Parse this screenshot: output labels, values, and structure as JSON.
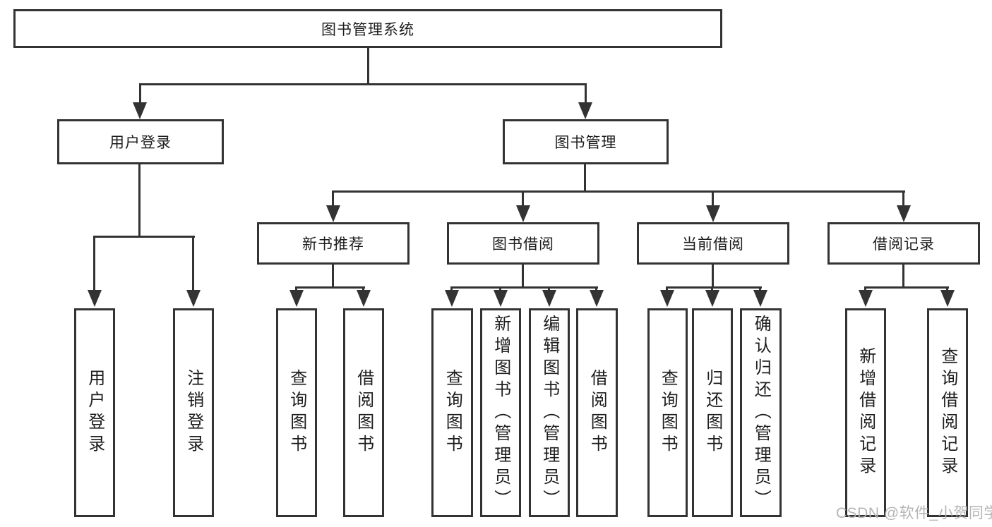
{
  "colors": {
    "line": "#333333",
    "text": "#1d1d1d",
    "watermark": "#b5b5b5",
    "background": "#ffffff"
  },
  "watermark": {
    "text": "CSDN @软件_小贺同学"
  },
  "tree": {
    "root": "图书管理系统",
    "branches": [
      {
        "label": "用户登录",
        "children": [
          "用户登录",
          "注销登录"
        ]
      },
      {
        "label": "图书管理",
        "children": [
          {
            "label": "新书推荐",
            "children": [
              "查询图书",
              "借阅图书"
            ]
          },
          {
            "label": "图书借阅",
            "children": [
              "查询图书",
              "新增图书（管理员）",
              "编辑图书（管理员）",
              "借阅图书"
            ]
          },
          {
            "label": "当前借阅",
            "children": [
              "查询图书",
              "归还图书",
              "确认归还（管理员）"
            ]
          },
          {
            "label": "借阅记录",
            "children": [
              "新增借阅记录",
              "查询借阅记录"
            ]
          }
        ]
      }
    ]
  }
}
